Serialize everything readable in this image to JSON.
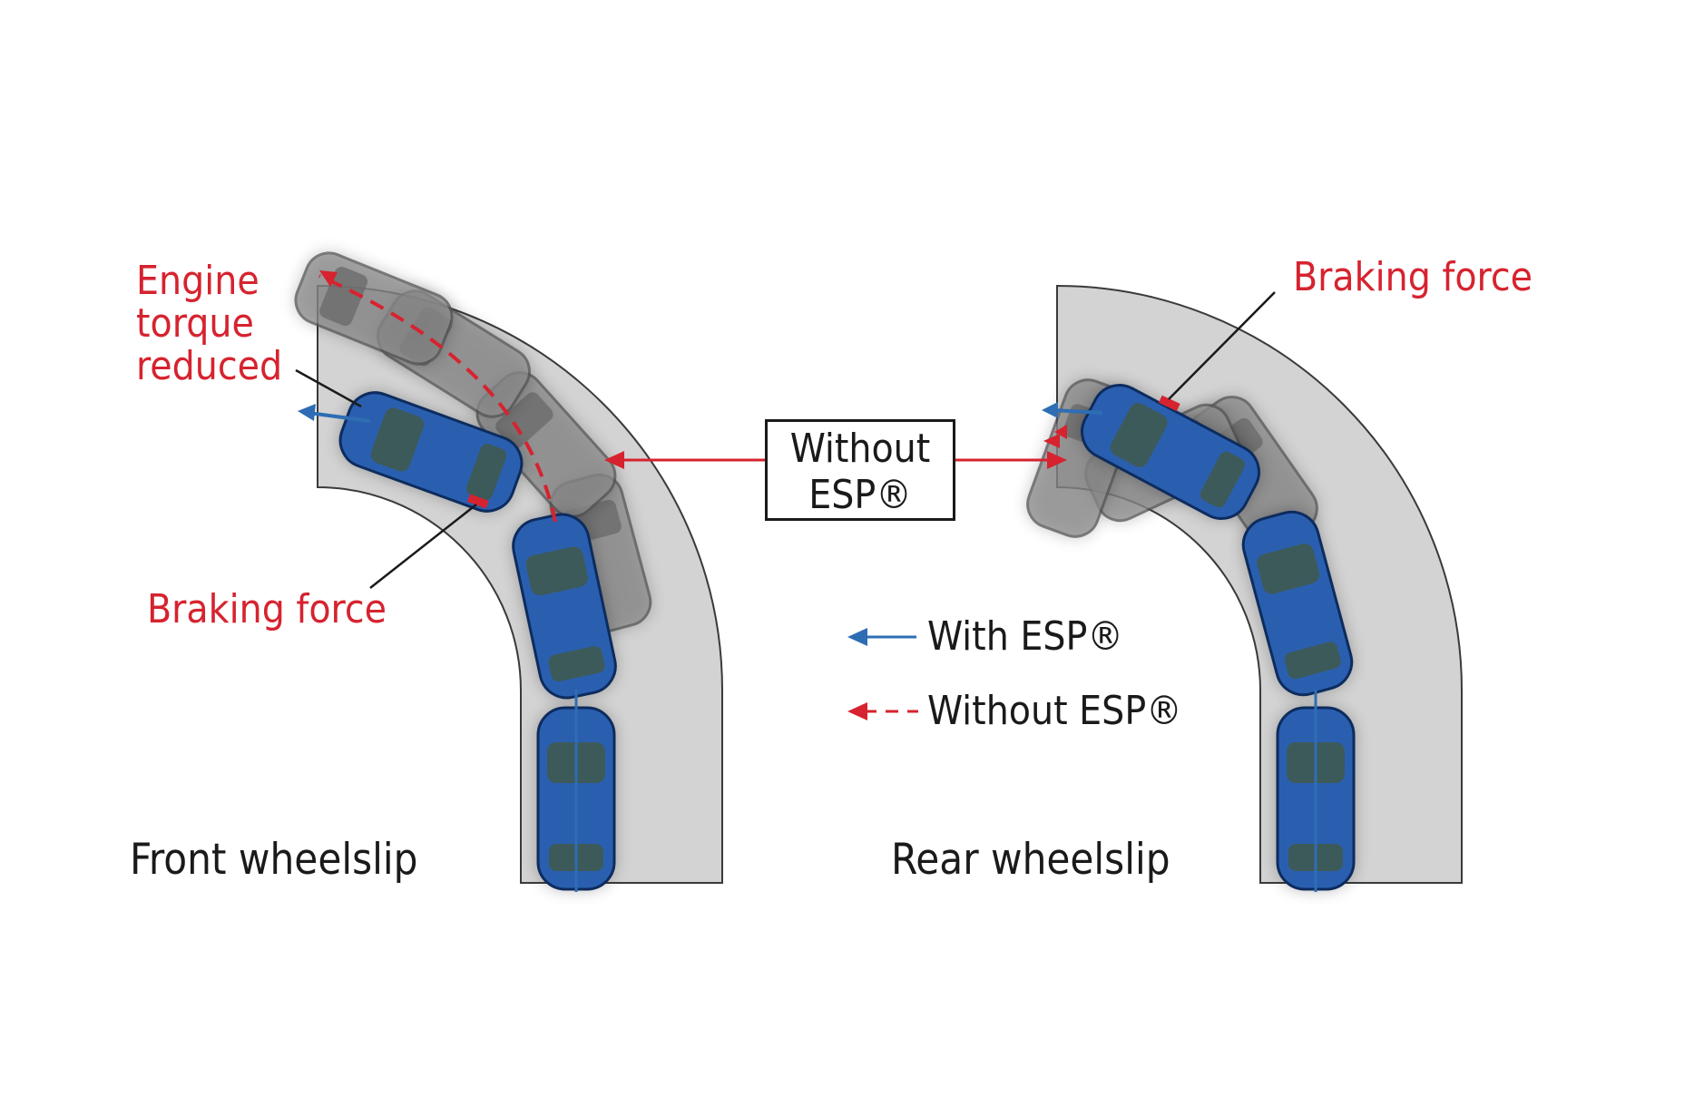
{
  "colors": {
    "with_esp": "#2e6db4",
    "without_esp": "#d6232f",
    "road": "#d3d3d3",
    "car_blue": "#2a5fb0",
    "car_grey": "#8e8e8e"
  },
  "labels": {
    "engine_torque_line1": "Engine",
    "engine_torque_line2": "torque",
    "engine_torque_line3": "reduced",
    "braking_force_left": "Braking force",
    "braking_force_right": "Braking force",
    "without_esp_box_line1": "Without",
    "without_esp_box_line2": "ESP®",
    "caption_front": "Front wheelslip",
    "caption_rear": "Rear wheelslip"
  },
  "legend": {
    "with_esp": "With ESP®",
    "without_esp": "Without ESP®"
  }
}
